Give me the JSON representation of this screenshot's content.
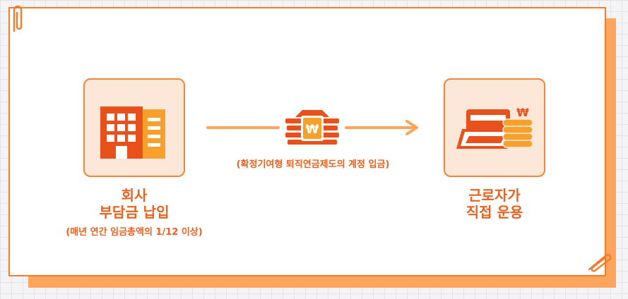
{
  "company": {
    "title": "회사",
    "subtitle": "부담금 납입",
    "note": "(매년 연간 임금총액의 1/12 이상)"
  },
  "flow": {
    "caption": "(확정기여형 퇴직연금제도의 계정 입금)",
    "money_symbol": "₩"
  },
  "worker": {
    "title": "근로자가",
    "subtitle": "직접 운용",
    "money_symbol": "₩"
  },
  "colors": {
    "accent": "#f47b29",
    "dark_orange": "#e8511c",
    "light_orange": "#fda55d",
    "box_fill": "#fde7d8"
  }
}
